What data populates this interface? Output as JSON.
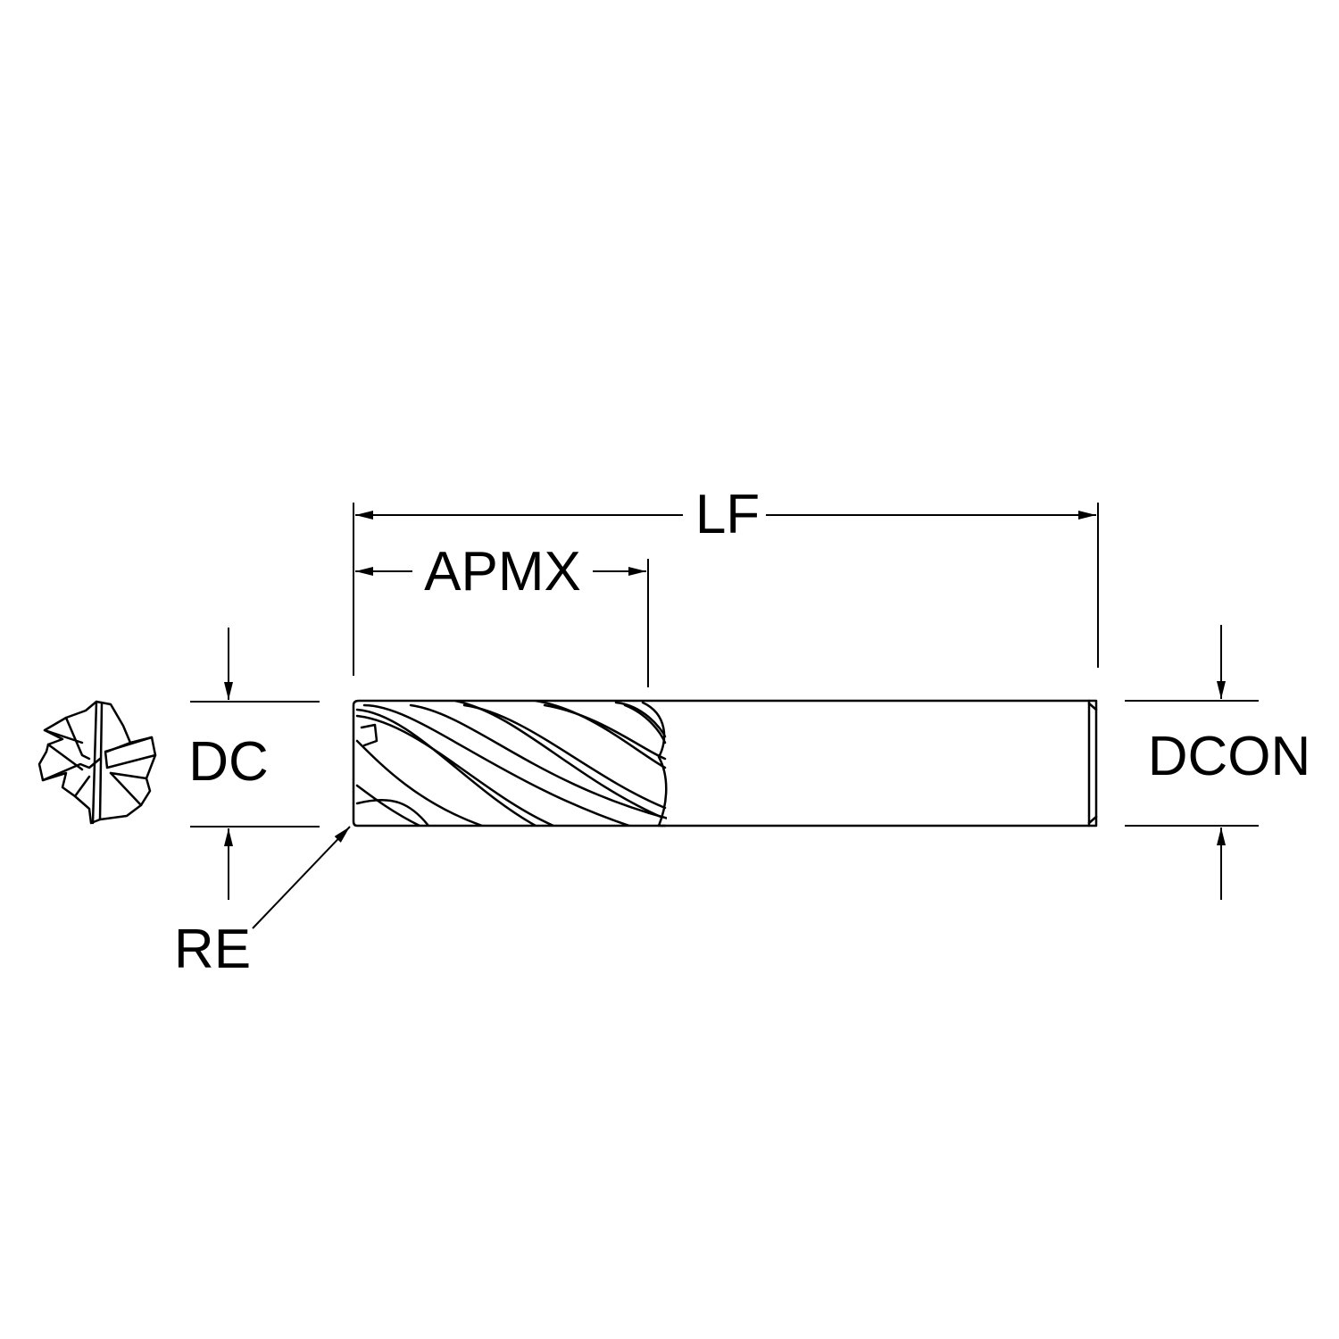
{
  "diagram": {
    "labels": {
      "overall_length": "LF",
      "max_depth_of_cut": "APMX",
      "cutting_diameter": "DC",
      "connection_diameter": "DCON",
      "corner_radius": "RE"
    },
    "colors": {
      "line": "#000000",
      "background": "#ffffff"
    }
  }
}
